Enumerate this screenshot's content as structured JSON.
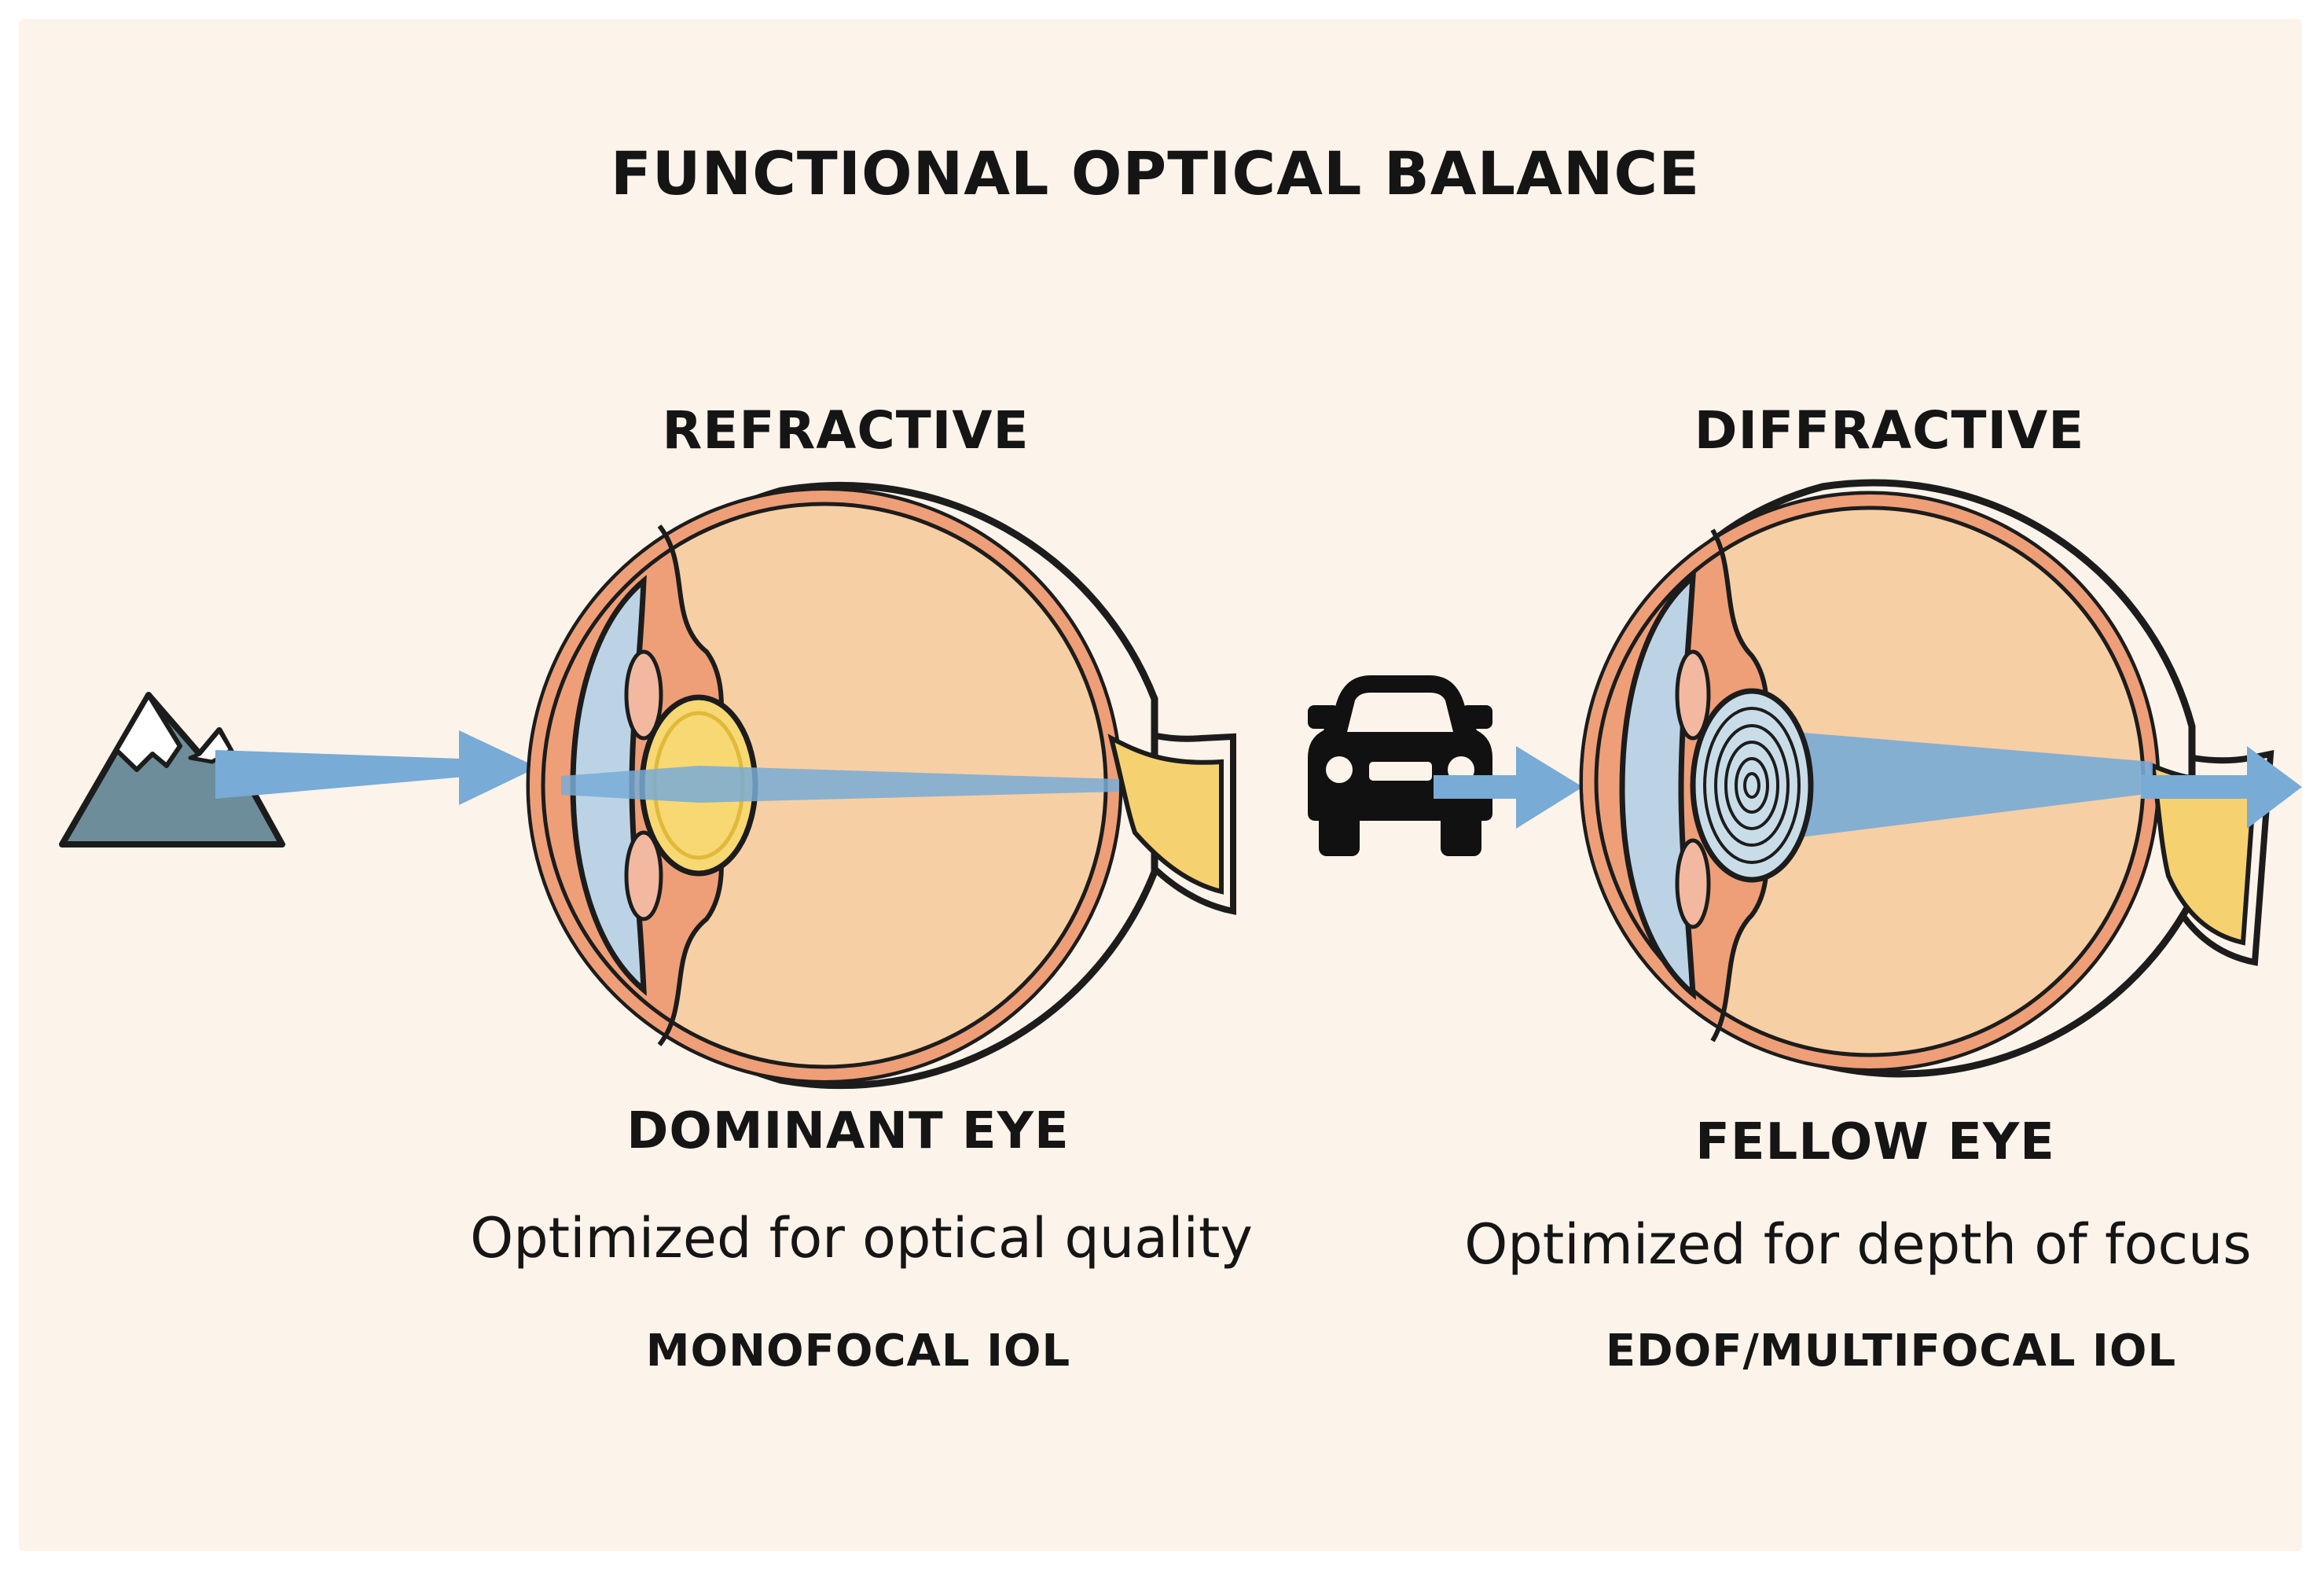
{
  "title": "FUNCTIONAL OPTICAL BALANCE",
  "left": {
    "heading": "REFRACTIVE",
    "eye_label": "DOMINANT EYE",
    "description": "Optimized for optical quality",
    "lens_type": "MONOFOCAL IOL",
    "object_icon": "mountain-icon"
  },
  "right": {
    "heading": "DIFFRACTIVE",
    "eye_label": "FELLOW EYE",
    "description": "Optimized for depth of focus",
    "lens_type": "EDOF/MULTIFOCAL IOL",
    "object_icon": "car-icon"
  },
  "colors": {
    "background": "#fcf3ea",
    "light_ray": "#78abd6",
    "eyeball": "#f7cfa4",
    "choroid": "#ee9f78",
    "cornea": "#bcd3e6",
    "lens": "#f7d873",
    "optic_nerve": "#f6d170",
    "outline": "#1c1c1c"
  }
}
